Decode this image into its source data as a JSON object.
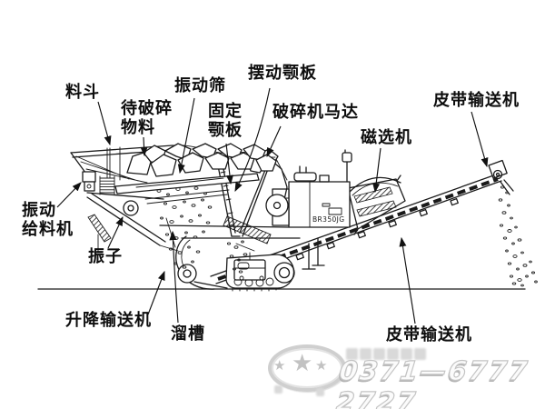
{
  "diagram": {
    "labels": {
      "hopper": "料斗",
      "material": "待破碎\n物料",
      "vibrating_screen": "振动筛",
      "fixed_jaw": "固定\n颚板",
      "swing_jaw": "摆动颚板",
      "crusher_motor": "破碎机马达",
      "magnetic_separator": "磁选机",
      "belt_conveyor_top": "皮带输送机",
      "vibrating_feeder": "振动\n给料机",
      "vibrator": "振子",
      "lifting_conveyor": "升降输送机",
      "chute": "溜槽",
      "belt_conveyor_bottom": "皮带输送机"
    },
    "machine": {
      "model_text": "BR350JG"
    },
    "watermark": {
      "phone": "0371—6777 2727",
      "star_glyph": "★"
    },
    "colors": {
      "line": "#1a1a1a",
      "label_text": "#0d0d0d",
      "watermark_gray": "#c4c4c4",
      "background": "#ffffff"
    }
  }
}
